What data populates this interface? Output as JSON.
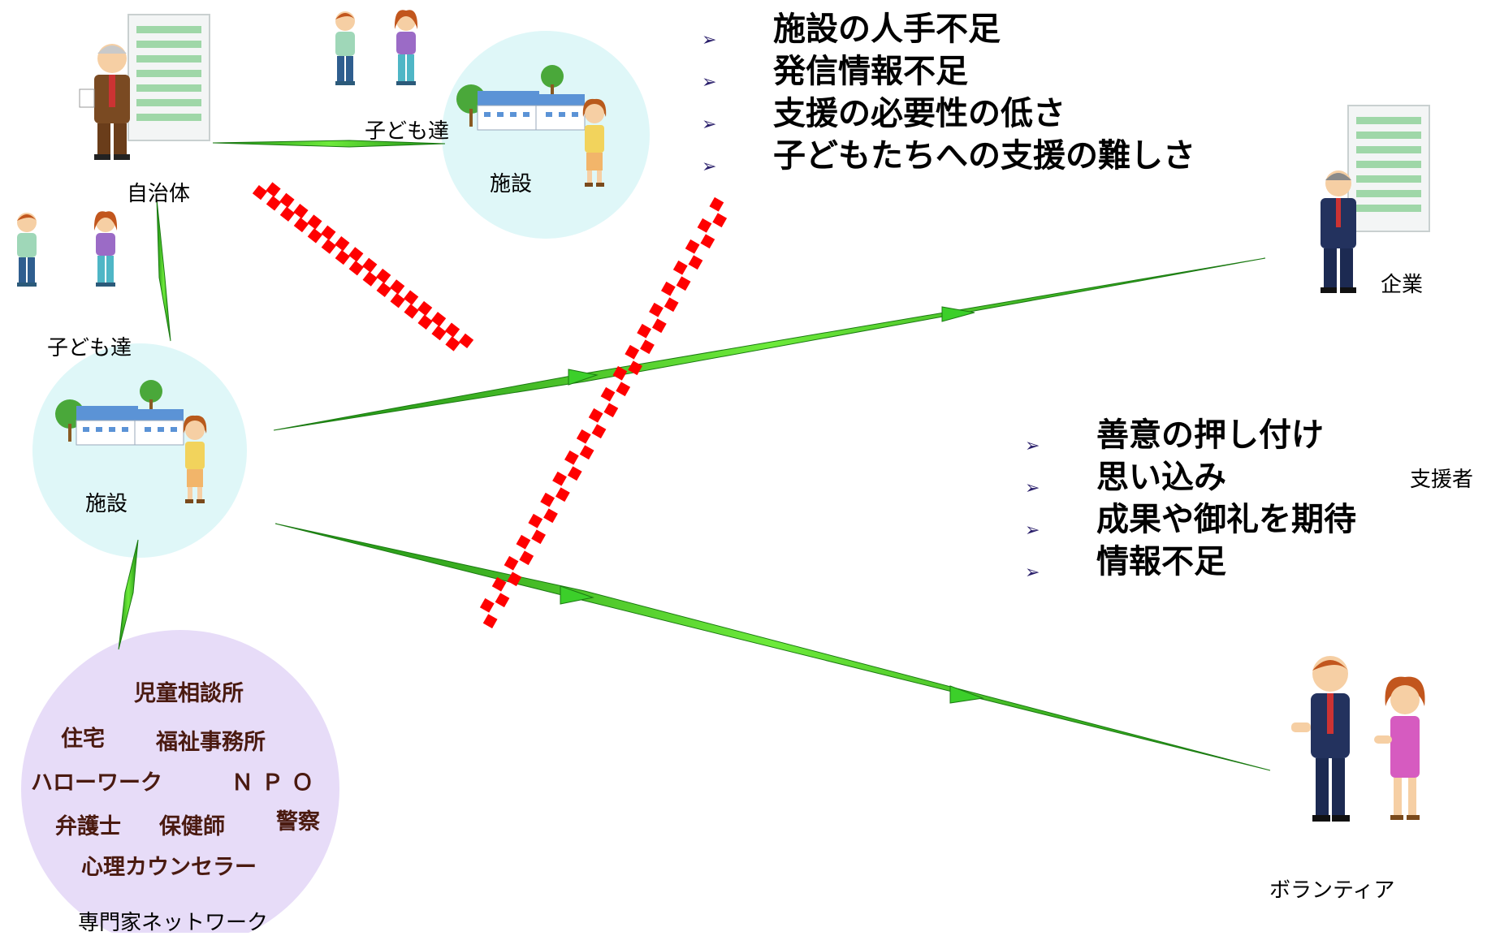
{
  "labels": {
    "municipality": "自治体",
    "children_top": "子ども達",
    "facility_top": "施設",
    "children_left": "子ども達",
    "facility_left": "施設",
    "company": "企業",
    "supporters": "支援者",
    "volunteer": "ボランティア",
    "network": "専門家ネットワーク"
  },
  "facility_problems": [
    "施設の人手不足",
    "発信情報不足",
    "支援の必要性の低さ",
    "子どもたちへの支援の難しさ"
  ],
  "supporter_problems": [
    "善意の押し付け",
    "思い込み",
    "成果や御礼を期待",
    "情報不足"
  ],
  "bullet_glyph": "➢",
  "expert_network": {
    "items": [
      "児童相談所",
      "住宅",
      "福祉事務所",
      "ハローワーク",
      "ＮＰＯ",
      "弁護士",
      "保健師",
      "警察",
      "心理カウンセラー"
    ]
  },
  "colors": {
    "facility_circle": "#dff7f8",
    "network_circle": "#e7dcf8",
    "network_text": "#4a1a10",
    "connector_green": "#2fa81a",
    "block_red": "#ff0000",
    "bullet_arrow": "#2a1f6b"
  },
  "icons": {
    "municipality": "official-at-building-icon",
    "company": "businessman-at-building-icon",
    "facility": "facility-building-with-staff-icon",
    "children": "children-icon",
    "volunteer": "volunteer-couple-icon"
  }
}
